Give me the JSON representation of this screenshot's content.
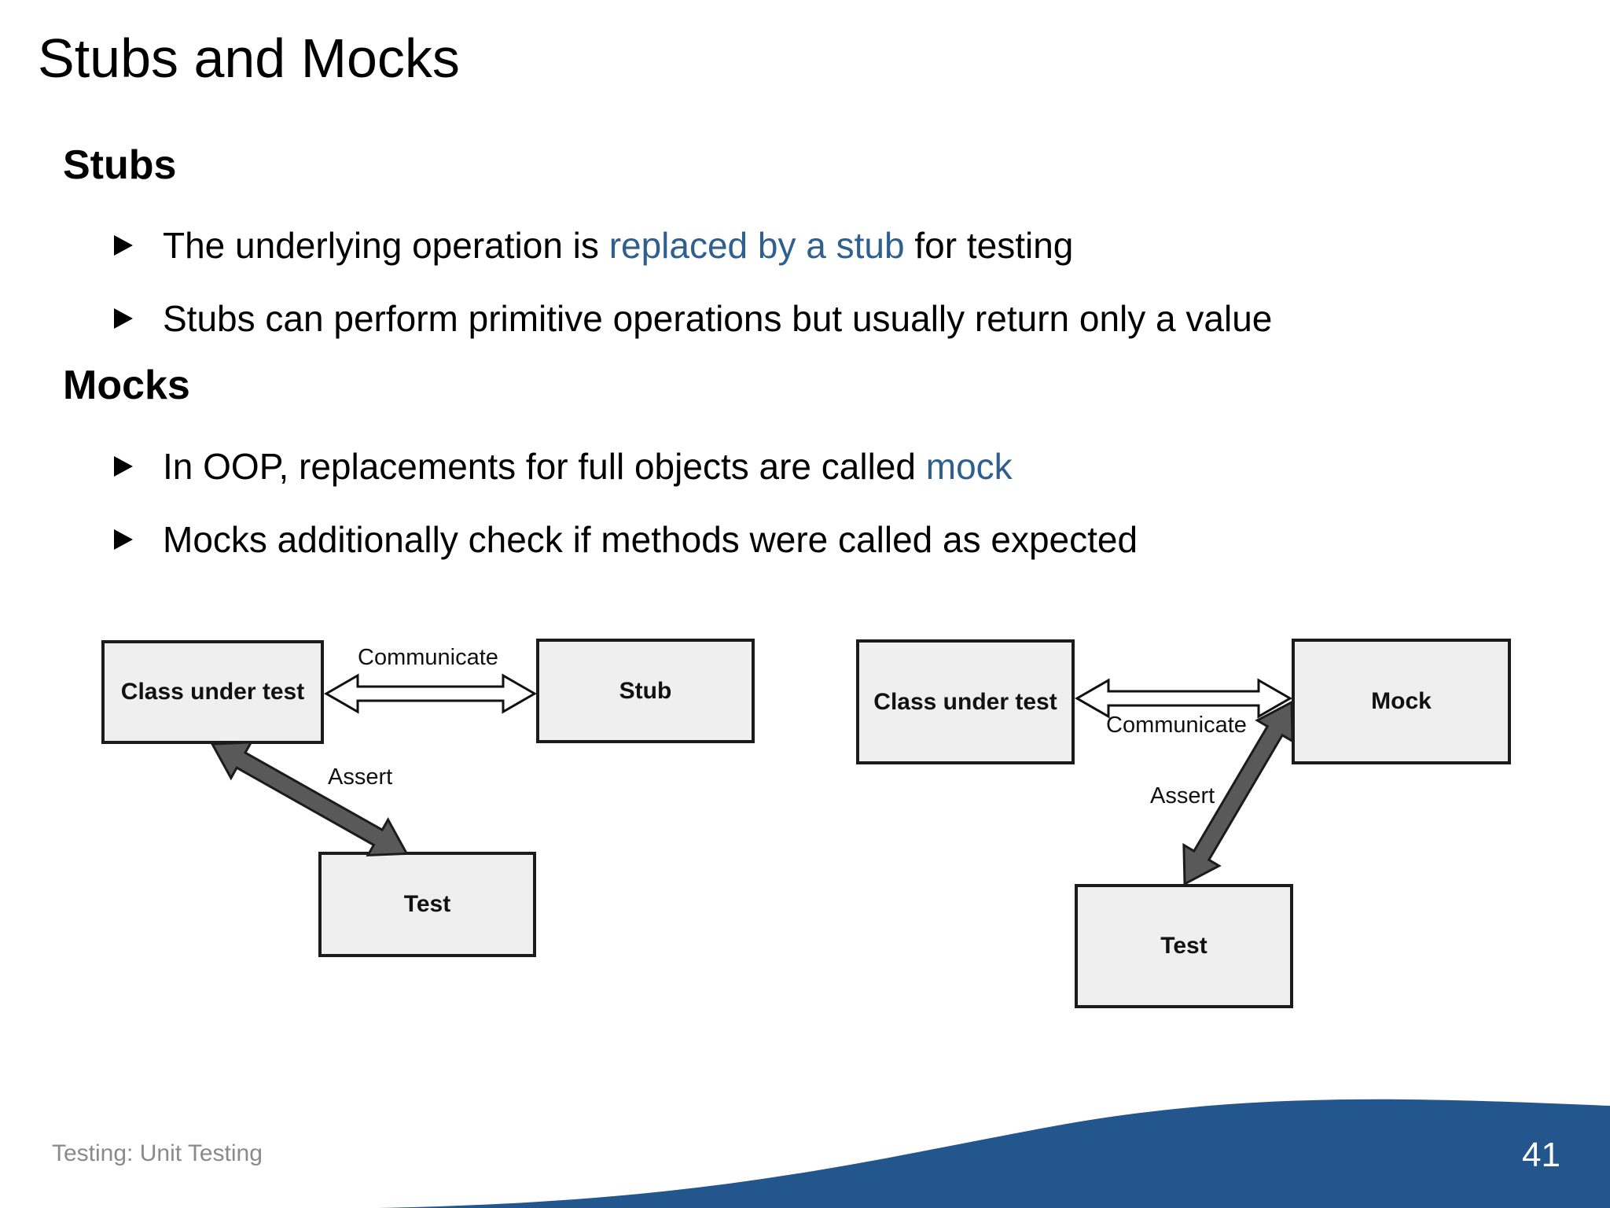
{
  "slide": {
    "title": "Stubs and Mocks",
    "footer_left": "Testing: Unit Testing",
    "page_number": "41"
  },
  "sections": [
    {
      "heading": "Stubs",
      "bullets": [
        {
          "parts": [
            "The underlying operation is ",
            "replaced by a stub",
            " for testing"
          ]
        },
        {
          "parts": [
            "Stubs can perform primitive operations but usually return only a value",
            "",
            ""
          ]
        }
      ]
    },
    {
      "heading": "Mocks",
      "bullets": [
        {
          "parts": [
            "In OOP, replacements for full objects are called ",
            "mock",
            ""
          ]
        },
        {
          "parts": [
            "Mocks additionally check if methods were called as expected",
            "",
            ""
          ]
        }
      ]
    }
  ],
  "diagrams": {
    "left": {
      "class_box": "Class under test",
      "replacement_box": "Stub",
      "test_box": "Test",
      "communicate_label": "Communicate",
      "assert_label": "Assert"
    },
    "right": {
      "class_box": "Class under test",
      "replacement_box": "Mock",
      "test_box": "Test",
      "communicate_label": "Communicate",
      "assert_label": "Assert"
    }
  },
  "colors": {
    "link_blue": "#2E5F8F",
    "wave_blue": "#23568C",
    "arrow_gray": "#595959",
    "box_fill": "#efeff0",
    "box_border": "#1b1b1b",
    "footer_gray": "#8a8a8a"
  }
}
